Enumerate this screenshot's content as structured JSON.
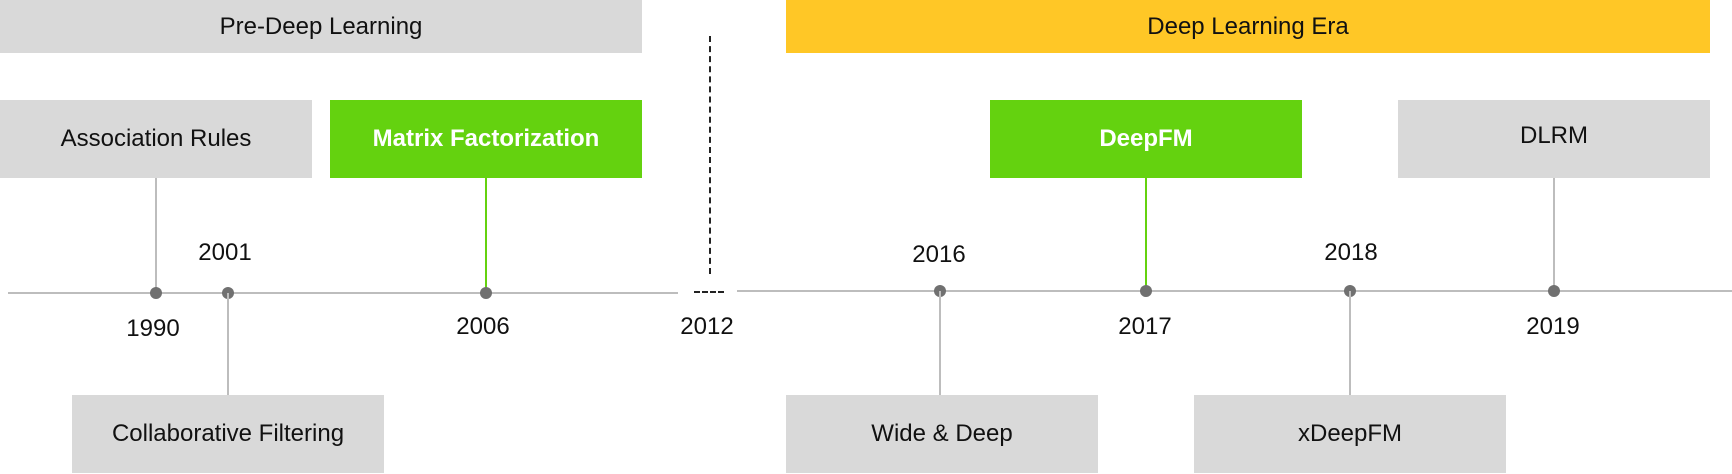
{
  "eras": {
    "pre": {
      "label": "Pre-Deep Learning",
      "color": "#d9d9d9"
    },
    "deep": {
      "label": "Deep Learning Era",
      "color": "#ffc726"
    }
  },
  "milestones": [
    {
      "year": "1990",
      "model": "Association Rules"
    },
    {
      "year": "2001",
      "model": "Collaborative Filtering"
    },
    {
      "year": "2006",
      "model": "Matrix Factorization",
      "highlight": true
    },
    {
      "year": "2016",
      "model": "Wide & Deep"
    },
    {
      "year": "2017",
      "model": "DeepFM",
      "highlight": true
    },
    {
      "year": "2018",
      "model": "xDeepFM"
    },
    {
      "year": "2019",
      "model": "DLRM"
    }
  ],
  "divider": {
    "year": "2012"
  },
  "colors": {
    "highlight": "#64d20f",
    "box": "#d9d9d9",
    "dot": "#707070",
    "axis": "#bdbdbd",
    "era_deep": "#ffc726"
  }
}
